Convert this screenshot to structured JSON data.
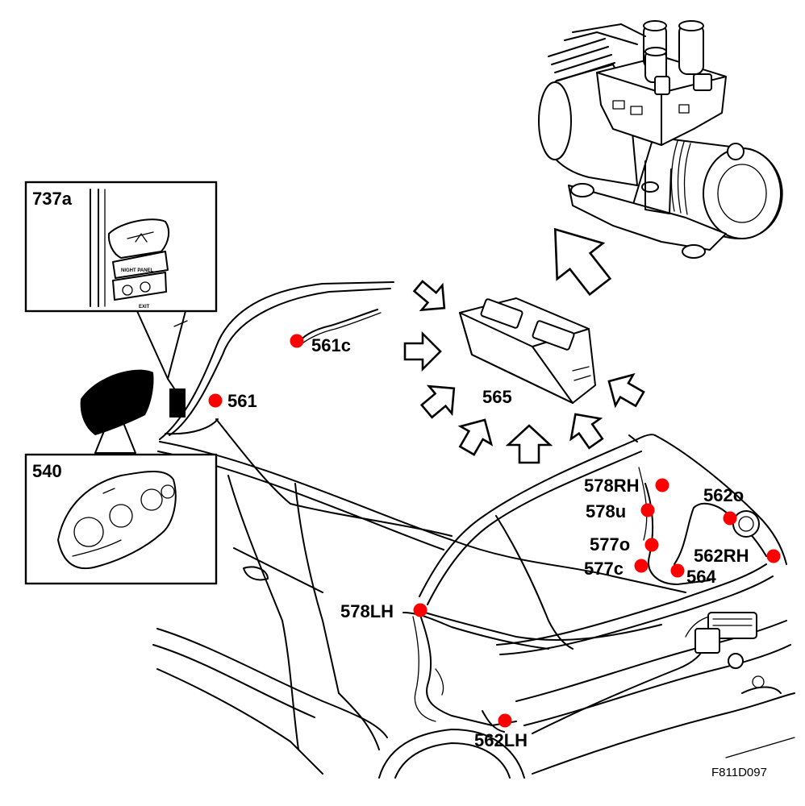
{
  "diagram": {
    "figure_code": "F811D097",
    "marker_color": "#ff0000",
    "labels": {
      "l737a": "737a",
      "l540": "540",
      "l561c": "561c",
      "l561": "561",
      "l565": "565",
      "l578RH": "578RH",
      "l578u": "578u",
      "l562o": "562o",
      "l577o": "577o",
      "l562RH": "562RH",
      "l577c": "577c",
      "l564": "564",
      "l578LH": "578LH",
      "l562LH": "562LH"
    },
    "switch_text": {
      "top": "NIGHT PANEL",
      "bottom": "EXIT"
    }
  }
}
